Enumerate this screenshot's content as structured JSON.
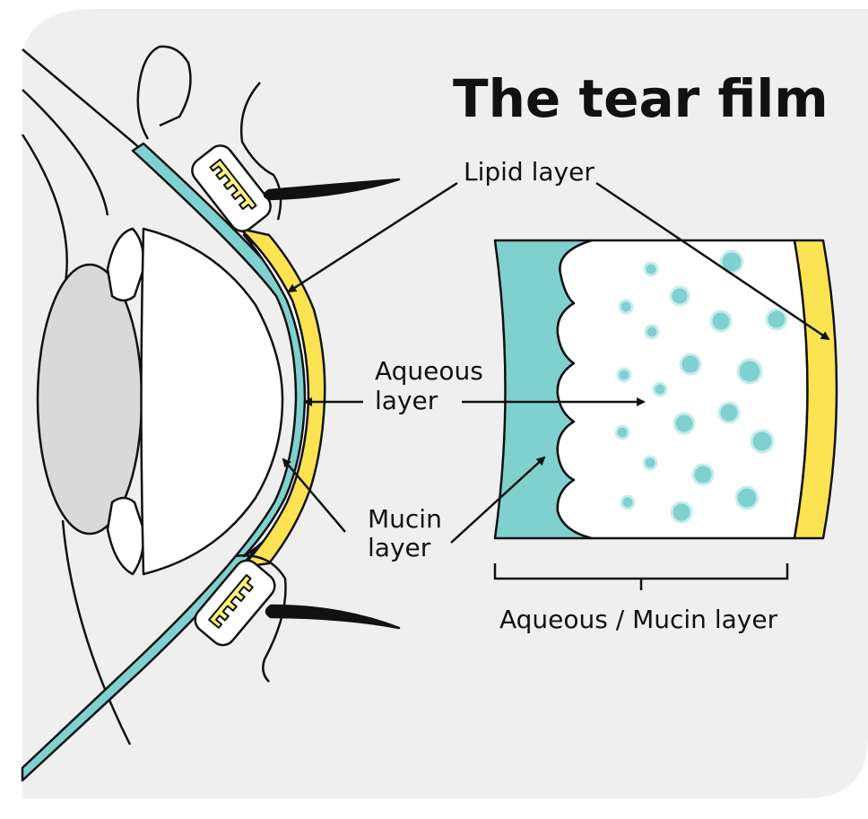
{
  "title": "The tear film",
  "labels": {
    "lipid": "Lipid layer",
    "aqueous_line1": "Aqueous",
    "aqueous_line2": "layer",
    "mucin_line1": "Mucin",
    "mucin_line2": "layer",
    "bracket": "Aqueous / Mucin layer"
  },
  "colors": {
    "background": "#efefef",
    "lipid": "#fbe352",
    "lipid_light": "#fff27a",
    "mucin": "#7fd1d0",
    "aqueous": "#ffffff",
    "lens": "#d9d9d9",
    "outline": "#111111"
  }
}
